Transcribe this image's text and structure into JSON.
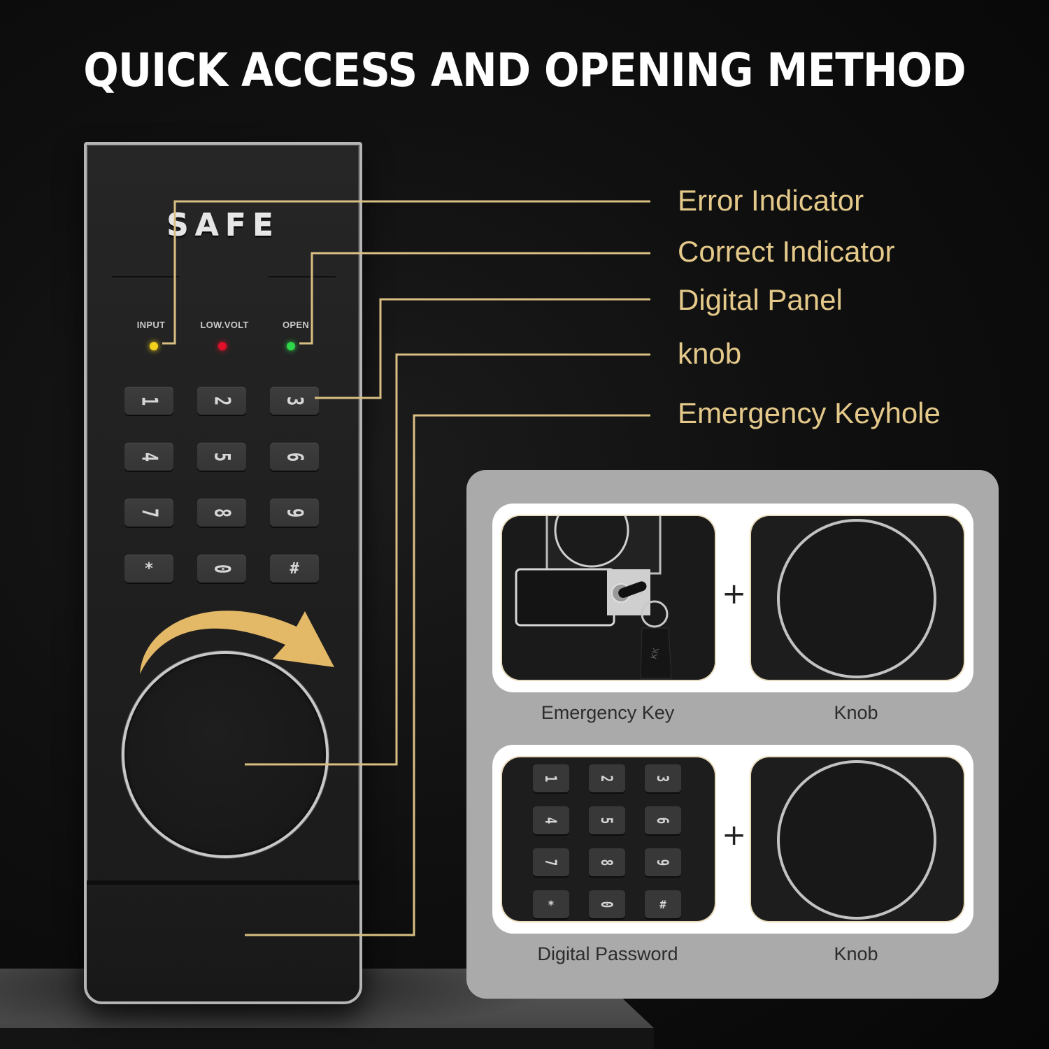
{
  "title": "QUICK ACCESS AND OPENING METHOD",
  "colors": {
    "accent_gold": "#e4c98a",
    "callout_line": "#d9bf82",
    "led_input": "#f2d21c",
    "led_low_volt": "#e0102a",
    "led_open": "#2fd64a",
    "arrow": "#e3b866"
  },
  "safe_panel": {
    "brand": "SAFE",
    "indicators": [
      {
        "label": "INPUT",
        "color": "#f2d21c"
      },
      {
        "label": "LOW.VOLT",
        "color": "#e0102a"
      },
      {
        "label": "OPEN",
        "color": "#2fd64a"
      }
    ],
    "keypad": [
      "1",
      "2",
      "3",
      "4",
      "5",
      "6",
      "7",
      "8",
      "9",
      "*",
      "0",
      "#"
    ],
    "rotation_arrow_icon": "clockwise-arrow"
  },
  "callouts": [
    {
      "label": "Error Indicator"
    },
    {
      "label": "Correct Indicator"
    },
    {
      "label": "Digital Panel"
    },
    {
      "label": "knob"
    },
    {
      "label": "Emergency Keyhole"
    }
  ],
  "methods": [
    {
      "left_caption": "Emergency Key",
      "right_caption": "Knob",
      "operator": "+"
    },
    {
      "left_caption": "Digital Password",
      "right_caption": "Knob",
      "operator": "+"
    }
  ]
}
